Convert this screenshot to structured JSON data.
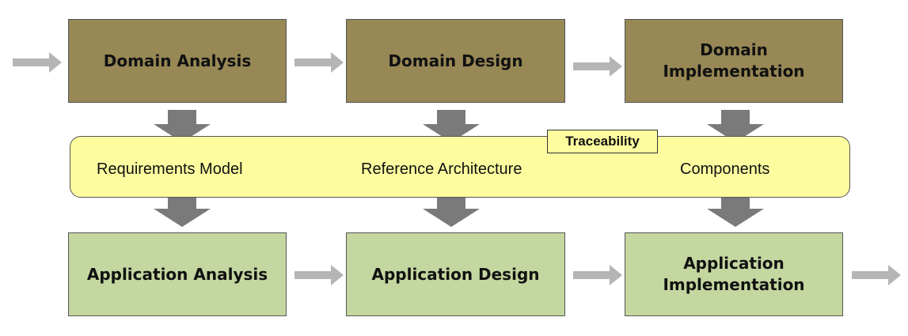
{
  "domain_row": [
    {
      "label": "Domain Analysis"
    },
    {
      "label": "Domain Design"
    },
    {
      "label": "Domain\nImplementation"
    }
  ],
  "artifacts": [
    {
      "label": "Requirements Model"
    },
    {
      "label": "Reference Architecture"
    },
    {
      "label": "Components"
    }
  ],
  "traceability": "Traceability",
  "application_row": [
    {
      "label": "Application Analysis"
    },
    {
      "label": "Application Design"
    },
    {
      "label": "Application\nImplementation"
    }
  ],
  "colors": {
    "domain_box": "#978855",
    "application_box": "#c4d7a0",
    "artifact_band": "#fdfda0",
    "arrow": "#b5b5b5",
    "down_arrow": "#7a7a7a"
  }
}
